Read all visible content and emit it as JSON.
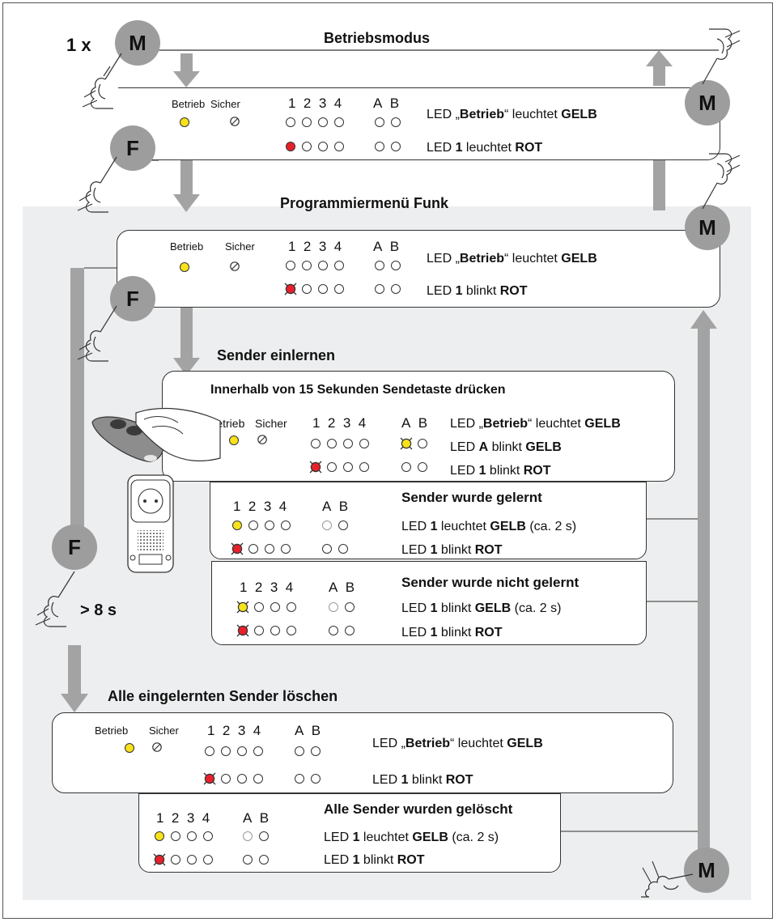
{
  "header": {
    "count_label": "1 x",
    "title": "Betriebsmodus"
  },
  "buttons": {
    "m": "M",
    "f": "F"
  },
  "leds": {
    "betrieb": "Betrieb",
    "sicher": "Sicher",
    "n1": "1",
    "n2": "2",
    "n3": "3",
    "n4": "4",
    "a": "A",
    "b": "B"
  },
  "mode_box": {
    "line1_pre": "LED „",
    "line1_bold": "Betrieb",
    "line1_mid": "“ leuchtet ",
    "line1_color": "GELB",
    "line2_pre": "LED ",
    "line2_num": "1",
    "line2_mid": " leuchtet ",
    "line2_color": "ROT"
  },
  "prog": {
    "title": "Programmiermenü Funk",
    "line1_pre": "LED „",
    "line1_bold": "Betrieb",
    "line1_mid": "“ leuchtet ",
    "line1_color": "GELB",
    "line2_pre": "LED ",
    "line2_num": "1",
    "line2_mid": " blinkt ",
    "line2_color": "ROT"
  },
  "learn": {
    "title": "Sender einlernen",
    "instruction": "Innerhalb von 15 Sekunden Sendetaste drücken",
    "line1_pre": "LED „",
    "line1_bold": "Betrieb",
    "line1_mid": "“ leuchtet ",
    "line1_color": "GELB",
    "line2_pre": "LED ",
    "line2_num": "A",
    "line2_mid": " blinkt ",
    "line2_color": "GELB",
    "line3_pre": "LED ",
    "line3_num": "1",
    "line3_mid": " blinkt ",
    "line3_color": "ROT"
  },
  "learned": {
    "title": "Sender wurde gelernt",
    "line1_pre": "LED ",
    "line1_num": "1",
    "line1_mid": " leuchtet ",
    "line1_color": "GELB",
    "line1_post": " (ca. 2 s)",
    "line2_pre": "LED ",
    "line2_num": "1",
    "line2_mid": " blinkt ",
    "line2_color": "ROT"
  },
  "not_learned": {
    "title": "Sender wurde nicht gelernt",
    "line1_pre": "LED ",
    "line1_num": "1",
    "line1_mid": " blinkt ",
    "line1_color": "GELB",
    "line1_post": " (ca. 2 s)",
    "line2_pre": "LED ",
    "line2_num": "1",
    "line2_mid": " blinkt ",
    "line2_color": "ROT"
  },
  "hold": {
    "duration": "> 8 s"
  },
  "delete": {
    "title": "Alle eingelernten Sender löschen",
    "line1_pre": "LED „",
    "line1_bold": "Betrieb",
    "line1_mid": "“ leuchtet ",
    "line1_color": "GELB",
    "line2_pre": "LED ",
    "line2_num": "1",
    "line2_mid": " blinkt ",
    "line2_color": "ROT"
  },
  "deleted": {
    "title": "Alle Sender wurden gelöscht",
    "line1_pre": "LED ",
    "line1_num": "1",
    "line1_mid": " leuchtet ",
    "line1_color": "GELB",
    "line1_post": " (ca. 2 s)",
    "line2_pre": "LED ",
    "line2_num": "1",
    "line2_mid": " blinkt ",
    "line2_color": "ROT"
  },
  "colors": {
    "yellow": "#f7e21b",
    "red": "#e8202a",
    "button_gray": "#9d9d9d",
    "arrow_gray": "#a3a3a3",
    "panel_bg": "#eceeef"
  },
  "icons": [
    "hand-pointing-icon",
    "remote-control-icon",
    "radio-receiver-plug-icon",
    "blink-star-icon",
    "sicher-slash-icon"
  ]
}
